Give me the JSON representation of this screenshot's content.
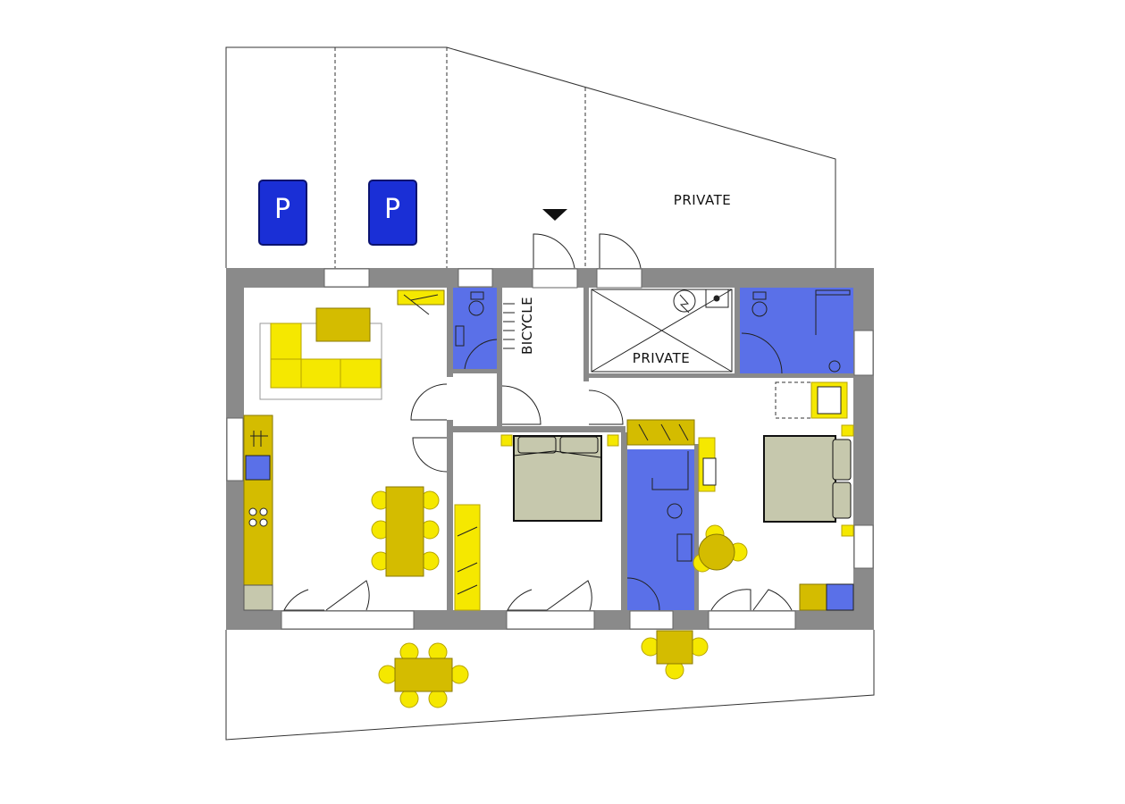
{
  "labels": {
    "private_outdoor": "PRIVATE",
    "private_room": "PRIVATE",
    "bicycle": "BICYCLE",
    "parking_1": "P",
    "parking_2": "P"
  },
  "colors": {
    "wall": "#8a8a8a",
    "furniture": "#d4bc00",
    "furniture_light": "#f5e800",
    "bathroom": "#5a70e8",
    "bed": "#c6c8ad",
    "parking": "#1a2fd6",
    "outline": "#222222"
  },
  "icons": [
    "entrance-arrow-icon",
    "parking-sign-icon"
  ]
}
